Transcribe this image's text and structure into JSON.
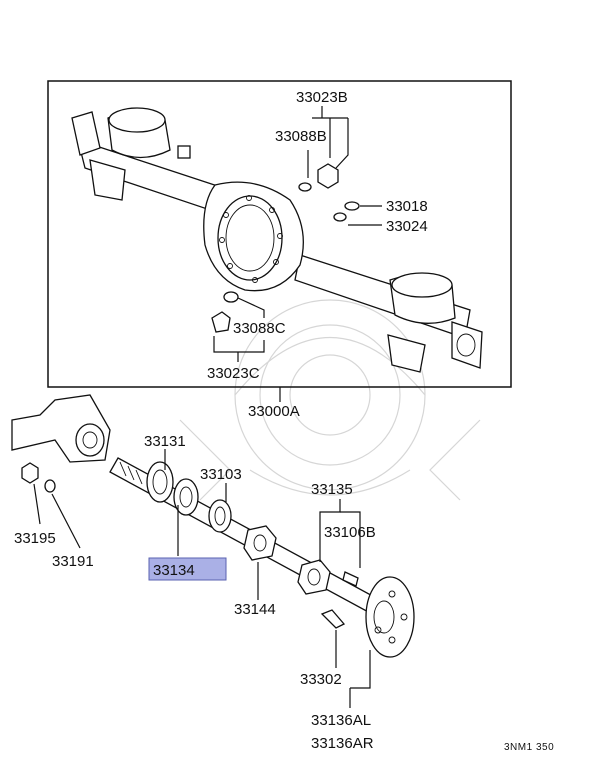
{
  "labels": {
    "l_33023B": "33023B",
    "l_33088B": "33088B",
    "l_33018": "33018",
    "l_33024": "33024",
    "l_33088C": "33088C",
    "l_33023C": "33023C",
    "l_33000A": "33000A",
    "l_33131": "33131",
    "l_33103": "33103",
    "l_33135": "33135",
    "l_33106B": "33106B",
    "l_33195": "33195",
    "l_33191": "33191",
    "l_33134": "33134",
    "l_33144": "33144",
    "l_33302": "33302",
    "l_33136AL": "33136AL",
    "l_33136AR": "33136AR"
  },
  "figure_code": "3NM1 350",
  "highlight_color": "#aab0e6"
}
